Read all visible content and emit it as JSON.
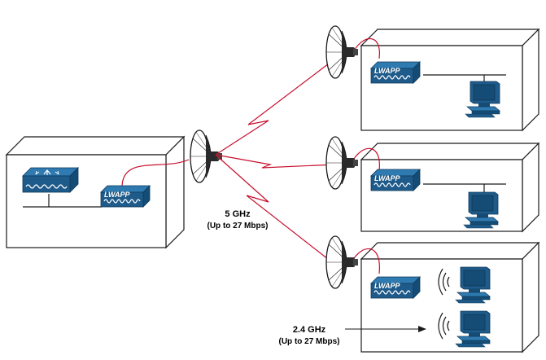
{
  "colors": {
    "device_blue": "#1f5b8a",
    "device_top": "#2f7ab0",
    "link_red": "#c8102e",
    "box_stroke": "#1a1a1a"
  },
  "devices": {
    "ap_label": "LWAPP"
  },
  "links": {
    "band_5ghz": "5 GHz",
    "band_5ghz_rate": "(Up to 27 Mbps)",
    "band_24ghz": "2.4 GHz",
    "band_24ghz_rate": "(Up to 27 Mbps)"
  },
  "icons": [
    "antenna-dish-icon",
    "router-icon",
    "lwapp-ap-icon",
    "pc-icon",
    "wireless-signal-icon"
  ]
}
